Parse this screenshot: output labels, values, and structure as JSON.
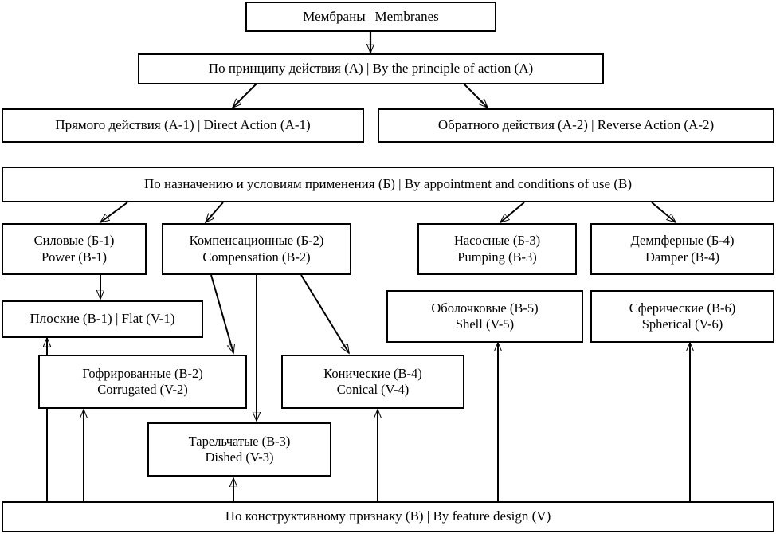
{
  "diagram": {
    "title_node": {
      "id": "membranes",
      "lines": [
        "Мембраны | Membranes"
      ]
    },
    "level_a": {
      "id": "principle-of-action",
      "lines": [
        "По принципу действия (А) | By the principle of action (A)"
      ]
    },
    "a_children": [
      {
        "id": "direct-action",
        "lines": [
          "Прямого действия (А-1) | Direct Action (A-1)"
        ]
      },
      {
        "id": "reverse-action",
        "lines": [
          "Обратного действия (А-2) | Reverse Action (A-2)"
        ]
      }
    ],
    "level_b": {
      "id": "appointment-and-conditions",
      "lines": [
        "По назначению и условиям применения (Б) | By appointment and conditions of use (B)"
      ]
    },
    "b_children": [
      {
        "id": "power",
        "lines": [
          "Силовые (Б-1)",
          "Power (B-1)"
        ]
      },
      {
        "id": "compensation",
        "lines": [
          "Компенсационные (Б-2)",
          "Compensation (B-2)"
        ]
      },
      {
        "id": "pumping",
        "lines": [
          "Насосные (Б-3)",
          "Pumping (B-3)"
        ]
      },
      {
        "id": "damper",
        "lines": [
          "Демпферные (Б-4)",
          "Damper (B-4)"
        ]
      }
    ],
    "level_v": {
      "id": "feature-design",
      "lines": [
        "По конструктивному признаку (В) | By feature design (V)"
      ]
    },
    "v_children": [
      {
        "id": "flat",
        "lines": [
          "Плоские (В-1) | Flat (V-1)"
        ]
      },
      {
        "id": "corrugated",
        "lines": [
          "Гофрированные (В-2)",
          "Corrugated (V-2)"
        ]
      },
      {
        "id": "dished",
        "lines": [
          "Тарельчатые (В-3)",
          "Dished (V-3)"
        ]
      },
      {
        "id": "conical",
        "lines": [
          "Конические (В-4)",
          "Conical (V-4)"
        ]
      },
      {
        "id": "shell",
        "lines": [
          "Оболочковые (В-5)",
          "Shell (V-5)"
        ]
      },
      {
        "id": "spherical",
        "lines": [
          "Сферические (В-6)",
          "Spherical (V-6)"
        ]
      }
    ],
    "colors": {
      "stroke": "#000000",
      "background": "#ffffff",
      "text": "#000000"
    }
  }
}
